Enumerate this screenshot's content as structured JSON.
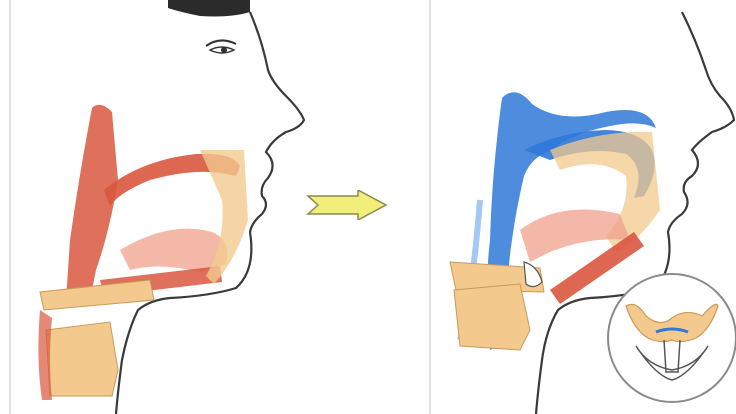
{
  "figure": {
    "panels": [
      {
        "id": "before",
        "highlight": "none"
      },
      {
        "id": "after",
        "highlight": "airway",
        "inset": "larynx-detail"
      }
    ],
    "transition_arrow": {
      "direction": "right",
      "color": "#f2ee7a"
    }
  },
  "colors": {
    "skin_outline": "#3a3a3a",
    "hair": "#2b2b2b",
    "muscle": "#d9573e",
    "muscle_light": "#f0a08c",
    "cartilage": "#f3c98e",
    "airway": "#2f78d8",
    "airway_light": "#8cbcf0",
    "frame": "#b9b9b9"
  }
}
